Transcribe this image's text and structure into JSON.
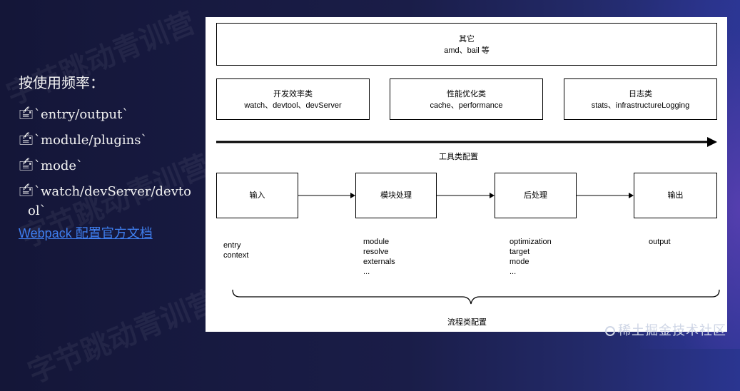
{
  "slide": {
    "heading": "按使用频率：",
    "items": [
      {
        "icon": "🖆",
        "text": "`entry/output`"
      },
      {
        "icon": "🖆",
        "text": "`module/plugins`"
      },
      {
        "icon": "🖆",
        "text": "`mode`"
      },
      {
        "icon": "🖆",
        "text": "`watch/devServer/devto"
      }
    ],
    "wrap_text": "ol`",
    "link_text": "Webpack 配置官方文档"
  },
  "watermark": "字节跳动青训营",
  "brand": "稀土掘金技术社区",
  "diagram": {
    "other": {
      "title": "其它",
      "sub": "amd、bail 等"
    },
    "tools": [
      {
        "title": "开发效率类",
        "sub": "watch、devtool、devServer"
      },
      {
        "title": "性能优化类",
        "sub": "cache、performance"
      },
      {
        "title": "日志类",
        "sub": "stats、infrastructureLogging"
      }
    ],
    "tools_label": "工具类配置",
    "flow": [
      {
        "title": "输入",
        "items": [
          "entry",
          "context"
        ]
      },
      {
        "title": "模块处理",
        "items": [
          "module",
          "resolve",
          "externals",
          "..."
        ]
      },
      {
        "title": "后处理",
        "items": [
          "optimization",
          "target",
          "mode",
          "..."
        ]
      },
      {
        "title": "输出",
        "items": [
          "output"
        ]
      }
    ],
    "flow_label": "流程类配置"
  }
}
